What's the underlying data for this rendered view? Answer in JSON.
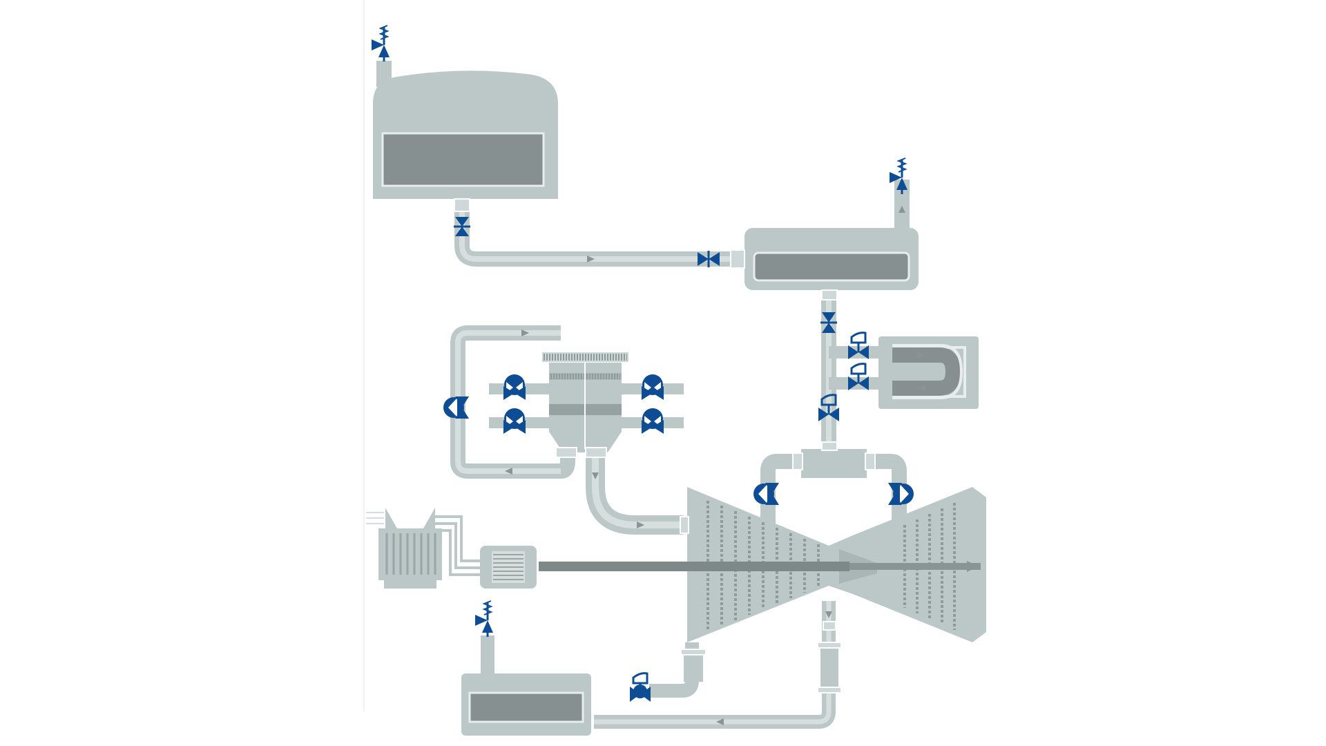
{
  "diagram": {
    "kind": "process-flow-schematic",
    "components": [
      {
        "id": "storage-tank",
        "icon": "tank-icon"
      },
      {
        "id": "deaerator-vessel",
        "icon": "vessel-icon"
      },
      {
        "id": "bypass-heat-exchanger",
        "icon": "exchanger-icon"
      },
      {
        "id": "steam-generator",
        "icon": "boiler-icon"
      },
      {
        "id": "steam-turbine",
        "icon": "turbine-icon"
      },
      {
        "id": "generator",
        "icon": "generator-icon"
      },
      {
        "id": "transformer",
        "icon": "transformer-icon"
      },
      {
        "id": "condenser",
        "icon": "condenser-icon"
      }
    ],
    "valve_count": 17,
    "safety_valve_count": 3,
    "colors": {
      "equipment": "#bcc8c8",
      "window": "#869090",
      "valve": "#0e4d94",
      "background": "#ffffff"
    }
  }
}
